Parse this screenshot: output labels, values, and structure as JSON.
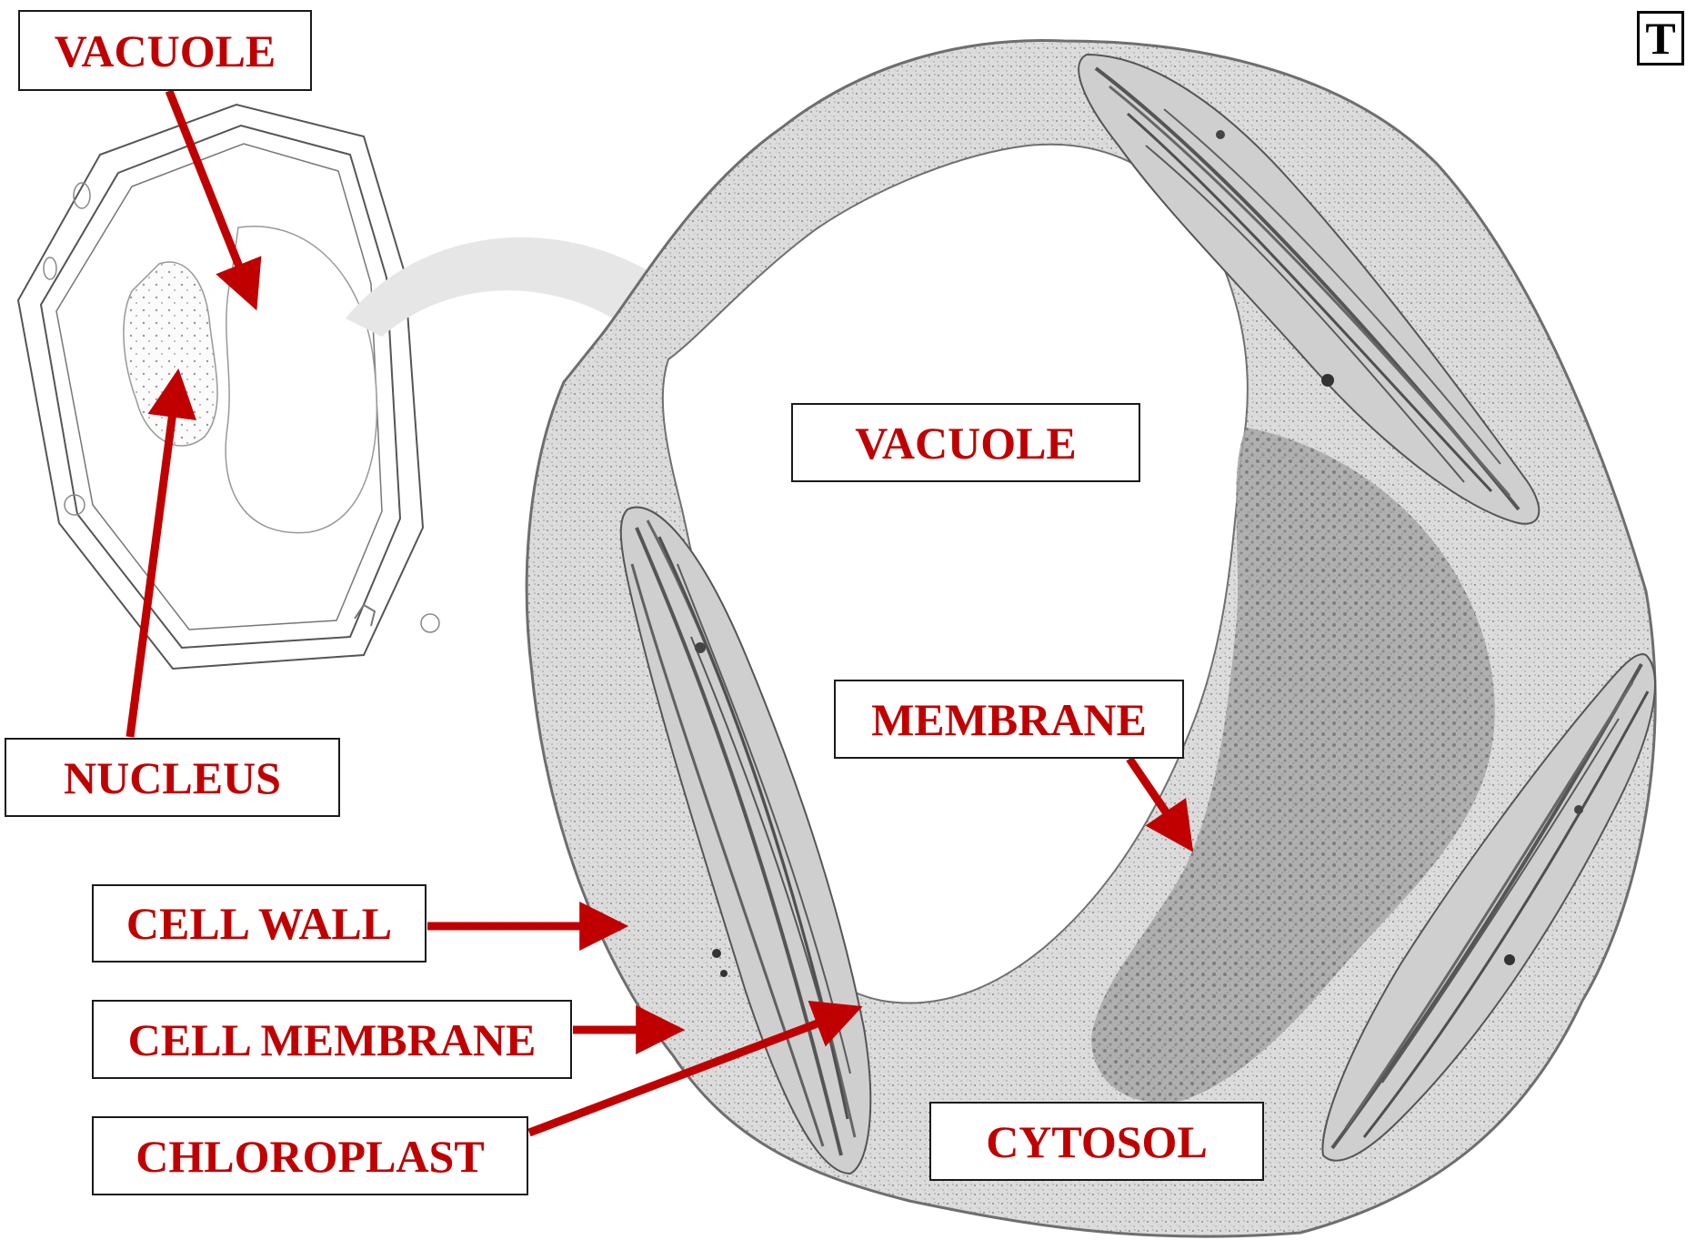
{
  "corner_badge": "T",
  "labels": {
    "vacuole_top": "VACUOLE",
    "vacuole_center": "VACUOLE",
    "nucleus": "NUCLEUS",
    "membrane": "MEMBRANE",
    "cell_wall": "CELL WALL",
    "cell_membrane": "CELL MEMBRANE",
    "chloroplast": "CHLOROPLAST",
    "cytosol": "CYTOSOL"
  },
  "colors": {
    "label_text": "#c00000",
    "arrow": "#c00000",
    "label_border": "#1a1a1a",
    "micrograph_fill": "#d9d9d9"
  }
}
